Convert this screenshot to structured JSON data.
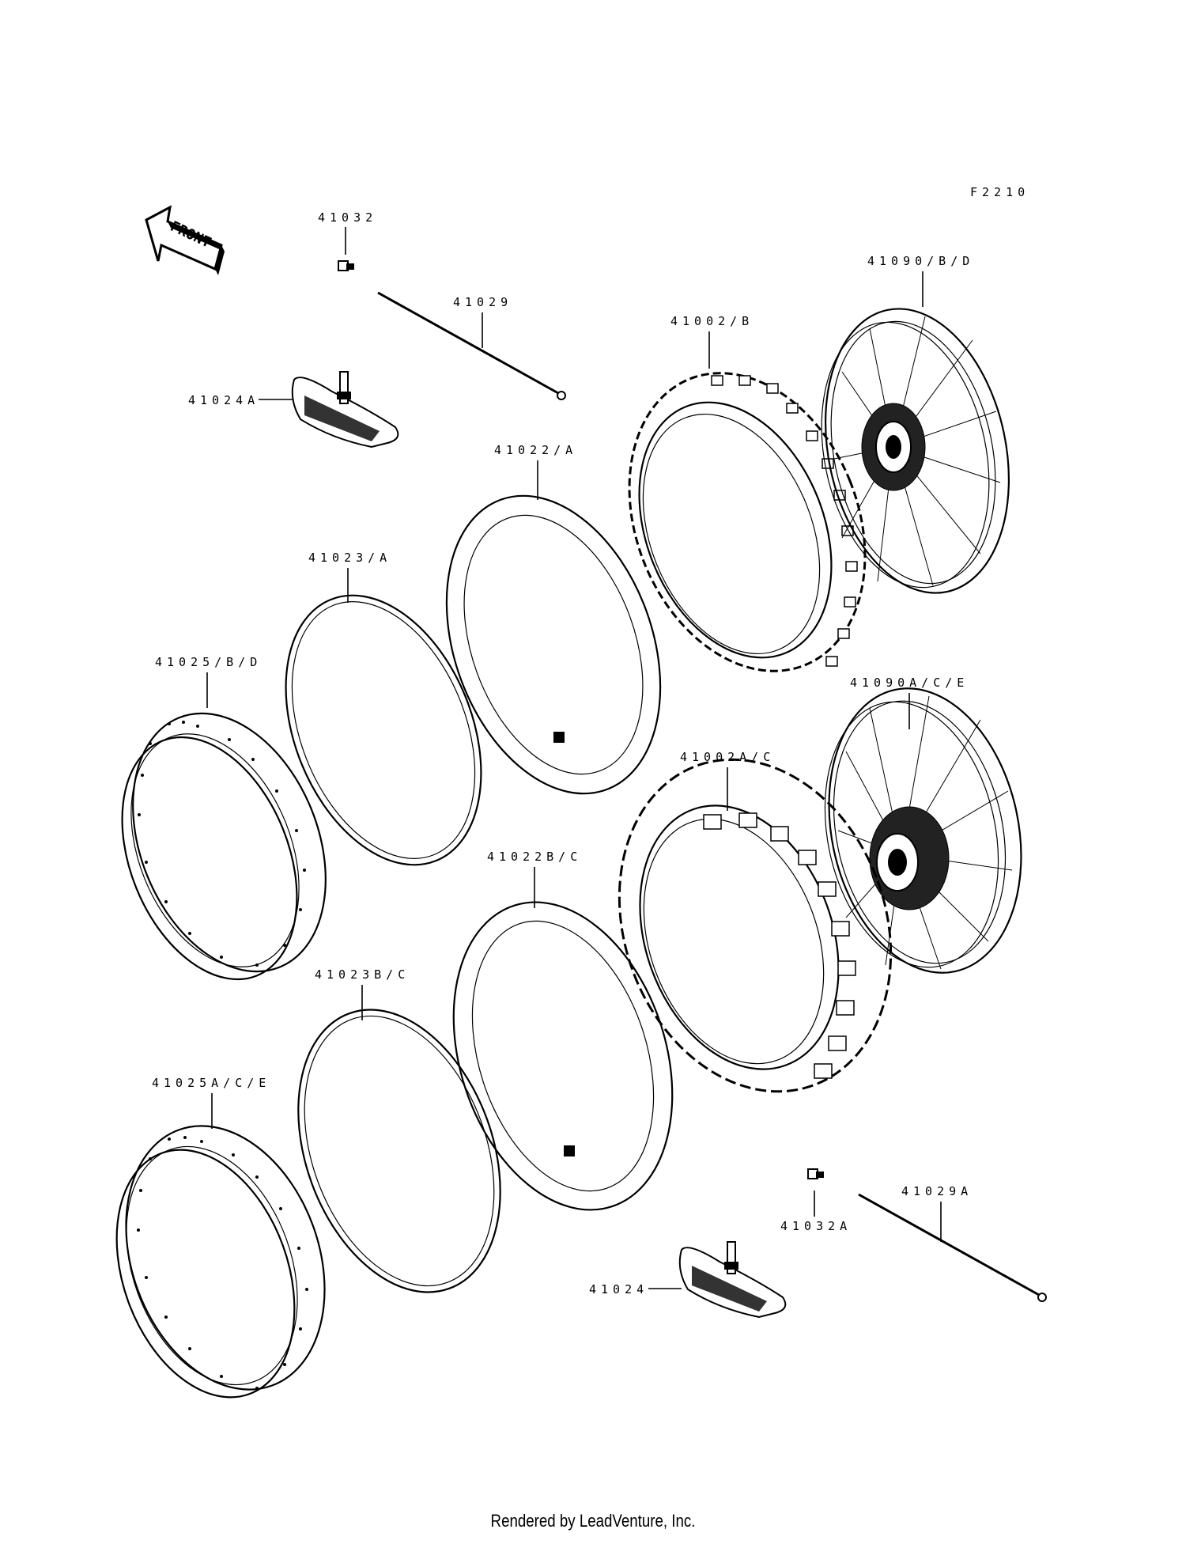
{
  "diagram_code": "F2210",
  "front_label": "FRONT",
  "footer": "Rendered by LeadVenture, Inc.",
  "labels": {
    "p41032": "41032",
    "p41029": "41029",
    "p41024A": "41024A",
    "p41022A": "41022/A",
    "p41002B": "41002/B",
    "p41090BD": "41090/B/D",
    "p41023A": "41023/A",
    "p41025BD": "41025/B/D",
    "p41090ACE": "41090A/C/E",
    "p41002AC": "41002A/C",
    "p41022BC": "41022B/C",
    "p41023BC": "41023B/C",
    "p41025ACE": "41025A/C/E",
    "p41029A": "41029A",
    "p41032A": "41032A",
    "p41024": "41024"
  }
}
